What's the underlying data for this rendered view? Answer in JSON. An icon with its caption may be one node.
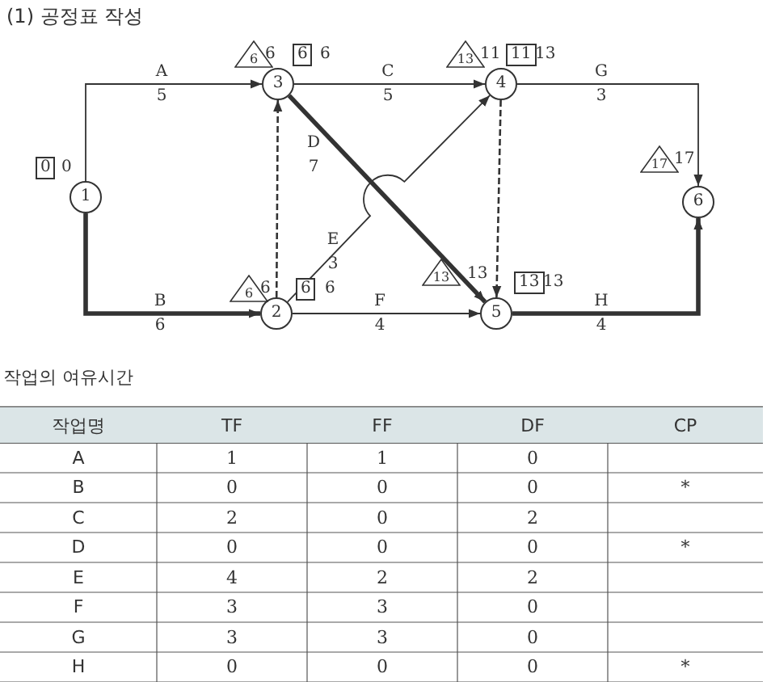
{
  "diagram": {
    "title": "(1) 공정표 작성",
    "nodes": [
      {
        "text": [
          "1"
        ],
        "beside": [
          "0",
          "0"
        ]
      },
      {
        "text": [
          "2"
        ],
        "beside": [
          "6",
          "6",
          "6",
          "6"
        ]
      },
      {
        "text": [
          "3"
        ],
        "beside": [
          "6",
          "6",
          "6",
          "6"
        ]
      },
      {
        "text": [
          "4"
        ],
        "beside": [
          "13",
          "11",
          "11",
          "13"
        ]
      },
      {
        "text": [
          "5"
        ],
        "beside": [
          "13",
          "13",
          "13",
          "13"
        ]
      },
      {
        "text": [
          "6"
        ],
        "beside": [
          "17",
          "17"
        ]
      }
    ],
    "edges": [
      {
        "from": 0,
        "to": 2,
        "arrow": "to",
        "label": "A 5"
      },
      {
        "from": 0,
        "to": 1,
        "arrow": "to",
        "label": "B 6",
        "style": "thick"
      },
      {
        "from": 2,
        "to": 3,
        "arrow": "to",
        "label": "C 5"
      },
      {
        "from": 2,
        "to": 4,
        "arrow": "to",
        "label": "D 7",
        "style": "thick"
      },
      {
        "from": 1,
        "to": 3,
        "arrow": "to",
        "label": "E 3"
      },
      {
        "from": 1,
        "to": 4,
        "arrow": "to",
        "label": "F 4"
      },
      {
        "from": 3,
        "to": 5,
        "arrow": "to",
        "label": "G 3"
      },
      {
        "from": 4,
        "to": 5,
        "arrow": "to",
        "label": "H 4",
        "style": "thick"
      },
      {
        "from": 1,
        "to": 2,
        "arrow": "to",
        "style": "dashed"
      },
      {
        "from": 3,
        "to": 4,
        "arrow": "to",
        "style": "dashed"
      }
    ],
    "labels": [
      "작업의 여유시간",
      "작업명",
      "TF",
      "FF",
      "DF",
      "CP",
      "A",
      "1",
      "1",
      "0",
      "B",
      "0",
      "0",
      "0",
      "*",
      "C",
      "2",
      "0",
      "2",
      "D",
      "0",
      "0",
      "0",
      "*",
      "E",
      "4",
      "2",
      "2",
      "F",
      "3",
      "3",
      "0",
      "G",
      "3",
      "3",
      "0",
      "H",
      "0",
      "0",
      "0",
      "*"
    ]
  }
}
